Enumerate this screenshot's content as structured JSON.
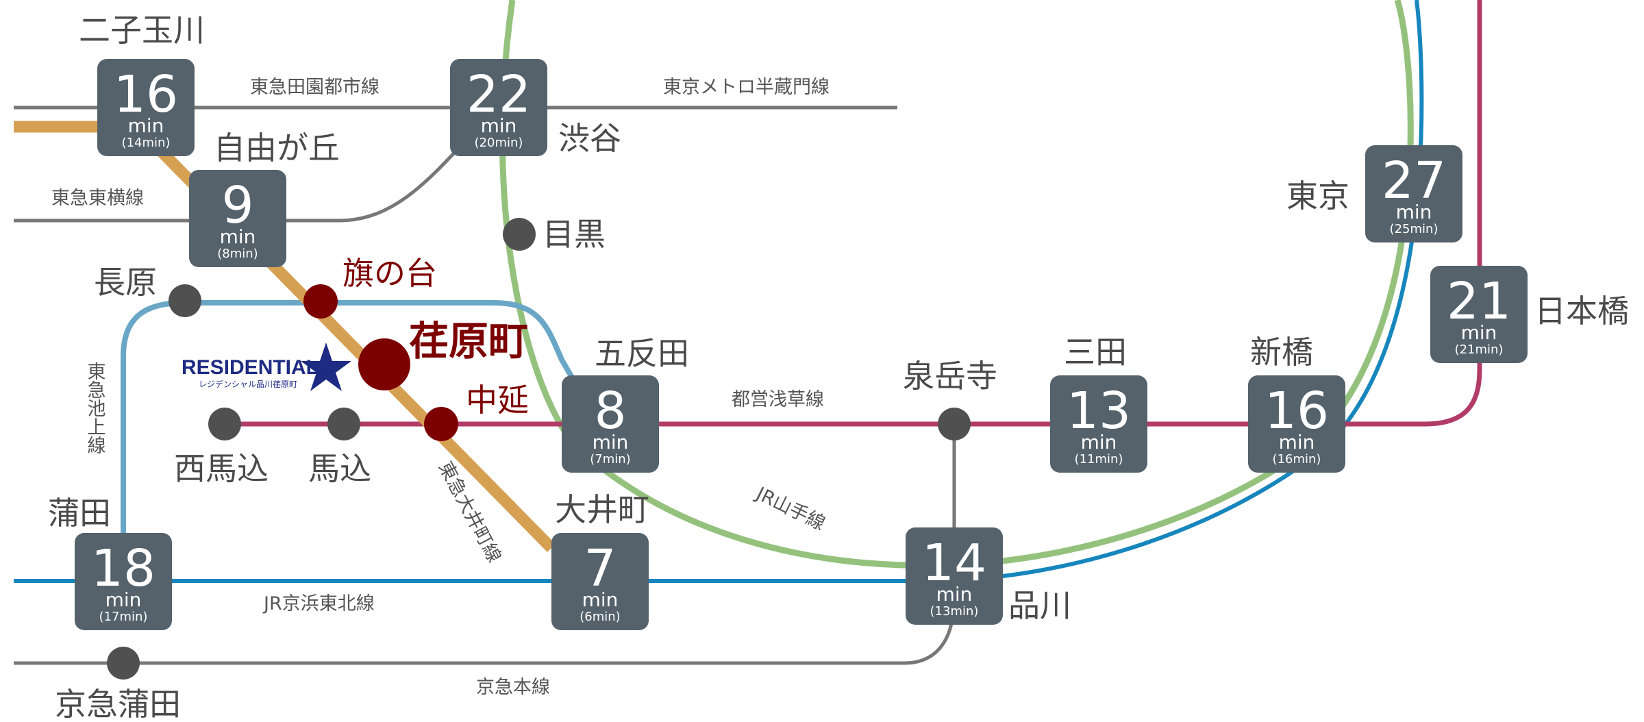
{
  "colors": {
    "box": "#55626c",
    "yamanote": "#94c27d",
    "keihin": "#1686bd",
    "asakusa": "#b23c68",
    "ikegami": "#6aa6c6",
    "oimachi": "#d6a053",
    "gray_line": "#777777",
    "home": "#7d0000",
    "station_dot": "#505050"
  },
  "lines": {
    "toyoko": "東急東横線",
    "denentoshi": "東急田園都市線",
    "hanzomon": "東京メトロ半蔵門線",
    "ikegami": "東急池上線",
    "oimachi": "東急大井町線",
    "asakusa": "都営浅草線",
    "yamanote": "JR山手線",
    "keihin": "JR京浜東北線",
    "keikyu": "京急本線"
  },
  "stations": {
    "futako": "二子玉川",
    "jiyugaoka": "自由が丘",
    "shibuya": "渋谷",
    "meguro": "目黒",
    "nagahara": "長原",
    "hatanodai": "旗の台",
    "ebaramachi": "荏原町",
    "nakanobu": "中延",
    "gotanda": "五反田",
    "nishimagome": "西馬込",
    "magome": "馬込",
    "kamata": "蒲田",
    "oimachi": "大井町",
    "sengakuji": "泉岳寺",
    "mita": "三田",
    "shimbashi": "新橋",
    "tokyo": "東京",
    "nihombashi": "日本橋",
    "shinagawa": "品川",
    "keikyu_kamata": "京急蒲田"
  },
  "min_label": "min",
  "boxes": {
    "futako": {
      "main": "16",
      "sub": "(14min)"
    },
    "shibuya": {
      "main": "22",
      "sub": "(20min)"
    },
    "jiyugaoka": {
      "main": "9",
      "sub": "(8min)"
    },
    "gotanda": {
      "main": "8",
      "sub": "(7min)"
    },
    "oimachi": {
      "main": "7",
      "sub": "(6min)"
    },
    "kamata": {
      "main": "18",
      "sub": "(17min)"
    },
    "shinagawa": {
      "main": "14",
      "sub": "(13min)"
    },
    "mita": {
      "main": "13",
      "sub": "(11min)"
    },
    "shimbashi": {
      "main": "16",
      "sub": "(16min)"
    },
    "tokyo": {
      "main": "27",
      "sub": "(25min)"
    },
    "nihombashi": {
      "main": "21",
      "sub": "(21min)"
    }
  },
  "logo": {
    "name": "RESIDENTIAL",
    "sub": "レジデンシャル品川荏原町",
    "star_color": "#1d2b83"
  }
}
